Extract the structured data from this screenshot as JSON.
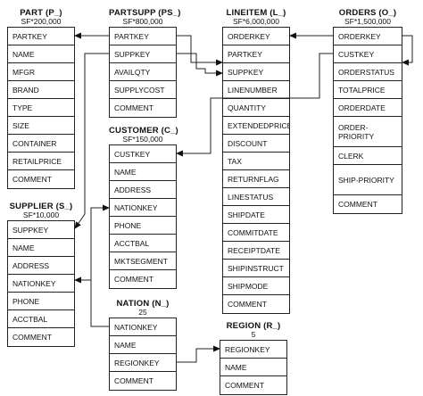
{
  "tables": {
    "part": {
      "title": "PART (P_)",
      "sf": "SF*200,000",
      "columns": [
        "PARTKEY",
        "NAME",
        "MFGR",
        "BRAND",
        "TYPE",
        "SIZE",
        "CONTAINER",
        "RETAILPRICE",
        "COMMENT"
      ]
    },
    "partsupp": {
      "title": "PARTSUPP (PS_)",
      "sf": "SF*800,000",
      "columns": [
        "PARTKEY",
        "SUPPKEY",
        "AVAILQTY",
        "SUPPLYCOST",
        "COMMENT"
      ]
    },
    "lineitem": {
      "title": "LINEITEM (L_)",
      "sf": "SF*6,000,000",
      "columns": [
        "ORDERKEY",
        "PARTKEY",
        "SUPPKEY",
        "LINENUMBER",
        "QUANTITY",
        "EXTENDEDPRICE",
        "DISCOUNT",
        "TAX",
        "RETURNFLAG",
        "LINESTATUS",
        "SHIPDATE",
        "COMMITDATE",
        "RECEIPTDATE",
        "SHIPINSTRUCT",
        "SHIPMODE",
        "COMMENT"
      ]
    },
    "orders": {
      "title": "ORDERS (O_)",
      "sf": "SF*1,500,000",
      "columns": [
        "ORDERKEY",
        "CUSTKEY",
        "ORDERSTATUS",
        "TOTALPRICE",
        "ORDERDATE",
        "ORDER-PRIORITY",
        "CLERK",
        "SHIP-PRIORITY",
        "COMMENT"
      ]
    },
    "customer": {
      "title": "CUSTOMER (C_)",
      "sf": "SF*150,000",
      "columns": [
        "CUSTKEY",
        "NAME",
        "ADDRESS",
        "NATIONKEY",
        "PHONE",
        "ACCTBAL",
        "MKTSEGMENT",
        "COMMENT"
      ]
    },
    "supplier": {
      "title": "SUPPLIER (S_)",
      "sf": "SF*10,000",
      "columns": [
        "SUPPKEY",
        "NAME",
        "ADDRESS",
        "NATIONKEY",
        "PHONE",
        "ACCTBAL",
        "COMMENT"
      ]
    },
    "nation": {
      "title": "NATION (N_)",
      "sf": "25",
      "columns": [
        "NATIONKEY",
        "NAME",
        "REGIONKEY",
        "COMMENT"
      ]
    },
    "region": {
      "title": "REGION (R_)",
      "sf": "5",
      "columns": [
        "REGIONKEY",
        "NAME",
        "COMMENT"
      ]
    }
  }
}
